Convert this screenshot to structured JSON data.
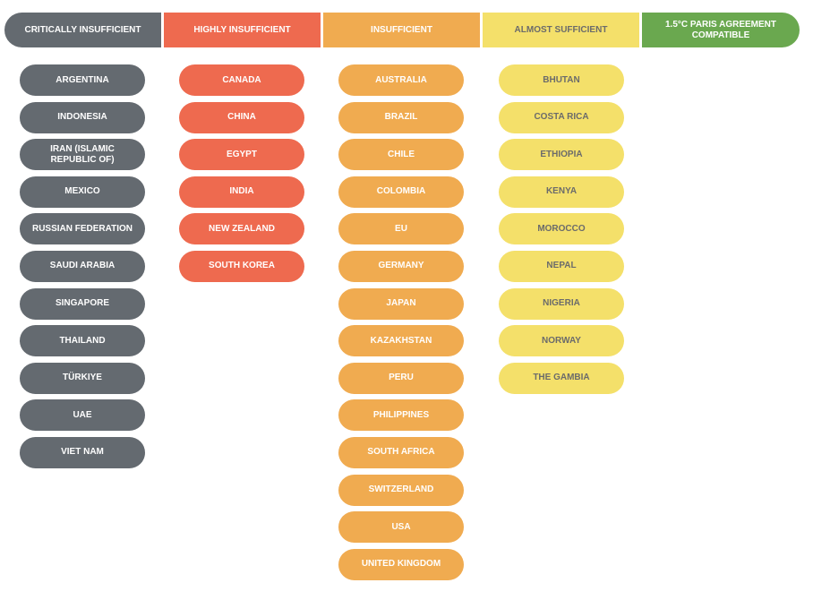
{
  "categories": [
    {
      "key": "critically",
      "label": "CRITICALLY INSUFFICIENT",
      "color": "#646a70",
      "text_color": "#ffffff",
      "countries": [
        "ARGENTINA",
        "INDONESIA",
        "IRAN (ISLAMIC REPUBLIC OF)",
        "MEXICO",
        "RUSSIAN FEDERATION",
        "SAUDI ARABIA",
        "SINGAPORE",
        "THAILAND",
        "TÜRKIYE",
        "UAE",
        "VIET NAM"
      ]
    },
    {
      "key": "highly",
      "label": "HIGHLY INSUFFICIENT",
      "color": "#ee6a4f",
      "text_color": "#ffffff",
      "countries": [
        "CANADA",
        "CHINA",
        "EGYPT",
        "INDIA",
        "NEW ZEALAND",
        "SOUTH KOREA"
      ]
    },
    {
      "key": "insufficient",
      "label": "INSUFFICIENT",
      "color": "#f0ab50",
      "text_color": "#ffffff",
      "countries": [
        "AUSTRALIA",
        "BRAZIL",
        "CHILE",
        "COLOMBIA",
        "EU",
        "GERMANY",
        "JAPAN",
        "KAZAKHSTAN",
        "PERU",
        "PHILIPPINES",
        "SOUTH AFRICA",
        "SWITZERLAND",
        "USA",
        "UNITED KINGDOM"
      ]
    },
    {
      "key": "almost",
      "label": "ALMOST SUFFICIENT",
      "color": "#f4e06a",
      "text_color": "#6b6b6b",
      "countries": [
        "BHUTAN",
        "COSTA RICA",
        "ETHIOPIA",
        "KENYA",
        "MOROCCO",
        "NEPAL",
        "NIGERIA",
        "NORWAY",
        "THE GAMBIA"
      ]
    },
    {
      "key": "compatible",
      "label": "1.5°C PARIS AGREEMENT COMPATIBLE",
      "color": "#6aa84f",
      "text_color": "#ffffff",
      "countries": []
    }
  ]
}
